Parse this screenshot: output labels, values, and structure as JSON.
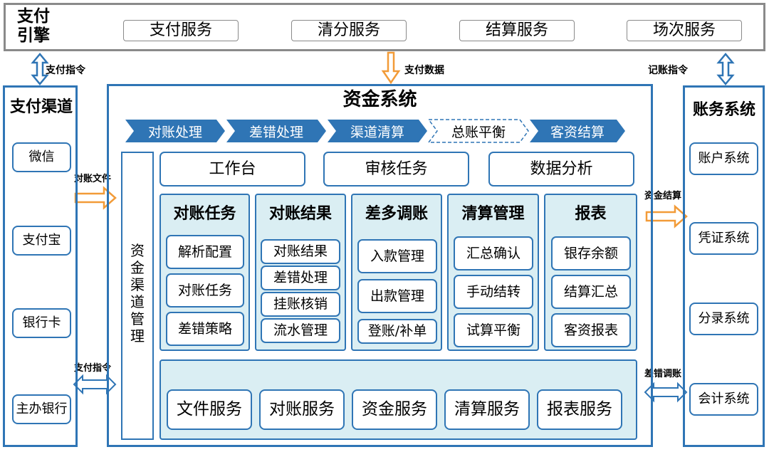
{
  "engine": {
    "title_line1": "支付",
    "title_line2": "引擎",
    "services": [
      "支付服务",
      "清分服务",
      "结算服务",
      "场次服务"
    ]
  },
  "flows": {
    "pay_cmd_left": "支付指令",
    "pay_data": "支付数据",
    "bookkeeping_cmd": "记账指令",
    "recon_file": "对账文件",
    "pay_cmd_bottom": "支付指令",
    "fund_settle": "资金结算",
    "diff_adjust": "差错调账"
  },
  "channels": {
    "title": "支付渠道",
    "items": [
      "微信",
      "支付宝",
      "银行卡",
      "主办银行"
    ]
  },
  "fund_system": {
    "title": "资金系统",
    "process": [
      "对账处理",
      "差错处理",
      "渠道清算",
      "总账平衡",
      "客资结算"
    ],
    "channel_mgmt": "资金渠道管理",
    "modules": [
      "工作台",
      "审核任务",
      "数据分析"
    ],
    "columns": [
      {
        "title": "对账任务",
        "items": [
          "解析配置",
          "对账任务",
          "差错策略"
        ]
      },
      {
        "title": "对账结果",
        "items": [
          "对账结果",
          "差错处理",
          "挂账核销",
          "流水管理"
        ]
      },
      {
        "title": "差多调账",
        "items": [
          "入款管理",
          "出款管理",
          "登账/补单"
        ]
      },
      {
        "title": "清算管理",
        "items": [
          "汇总确认",
          "手动结转",
          "试算平衡"
        ]
      },
      {
        "title": "报表",
        "items": [
          "银存余额",
          "结算汇总",
          "客资报表"
        ]
      }
    ],
    "services": [
      "文件服务",
      "对账服务",
      "资金服务",
      "清算服务",
      "报表服务"
    ]
  },
  "accounting": {
    "title": "账务系统",
    "items": [
      "账户系统",
      "凭证系统",
      "分录系统",
      "会计系统"
    ]
  },
  "colors": {
    "blue": "#2f75b5",
    "orange": "#f29b38",
    "light_blue": "#daeef3",
    "gray_border": "#8a8a8a"
  }
}
